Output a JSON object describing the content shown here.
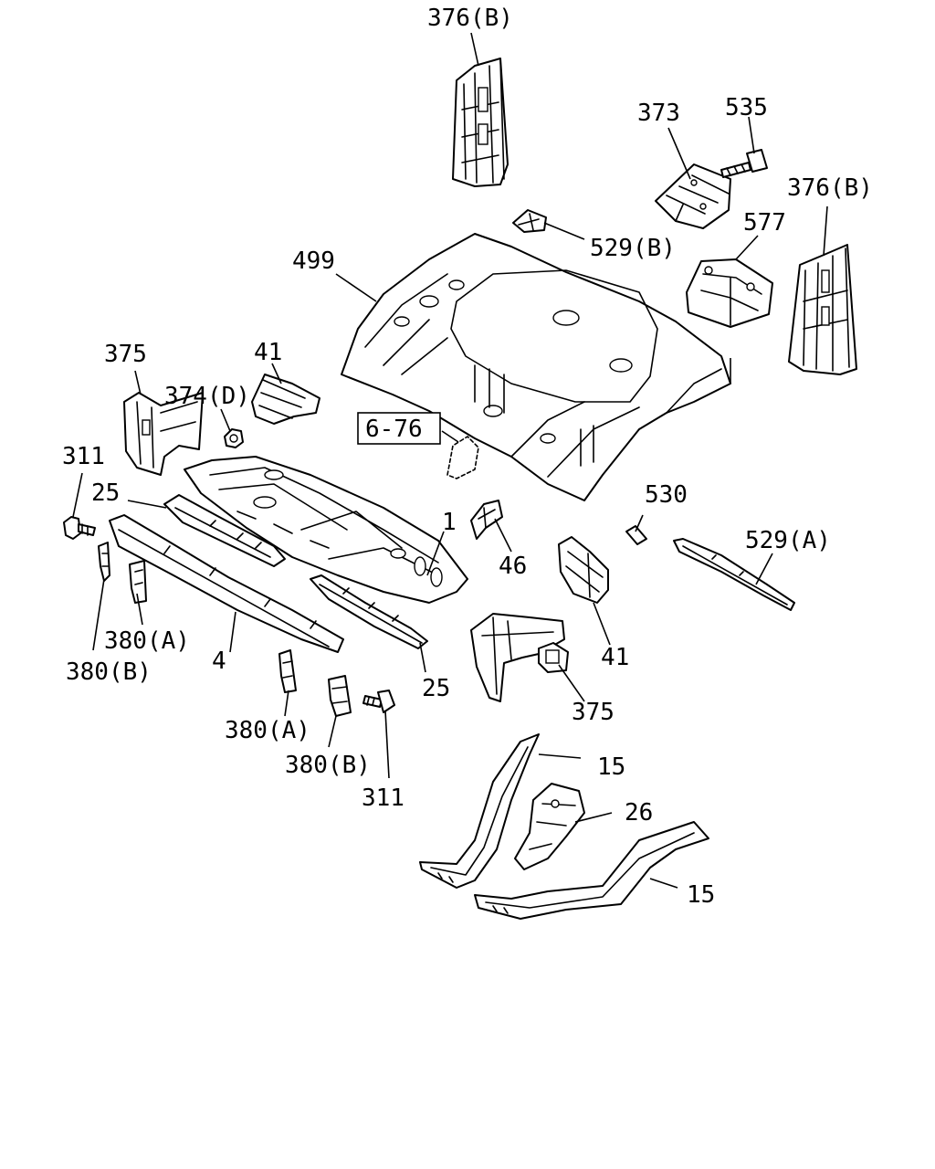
{
  "callouts": {
    "p376b_top": "376(B)",
    "p373": "373",
    "p535": "535",
    "p376b_right": "376(B)",
    "p529b": "529(B)",
    "p577": "577",
    "p499": "499",
    "p41_top": "41",
    "p375_top": "375",
    "p374d": "374(D)",
    "p311_top": "311",
    "p25_top": "25",
    "p1": "1",
    "p46": "46",
    "p530": "530",
    "p529a": "529(A)",
    "p380a_top": "380(A)",
    "p380b_top": "380(B)",
    "p4": "4",
    "p41_right": "41",
    "p25_bottom": "25",
    "p375_bottom": "375",
    "p380a_bottom": "380(A)",
    "p380b_bottom": "380(B)",
    "p311_bottom": "311",
    "p15_top": "15",
    "p26": "26",
    "p15_bottom": "15"
  },
  "reference": {
    "label": "6-76"
  }
}
